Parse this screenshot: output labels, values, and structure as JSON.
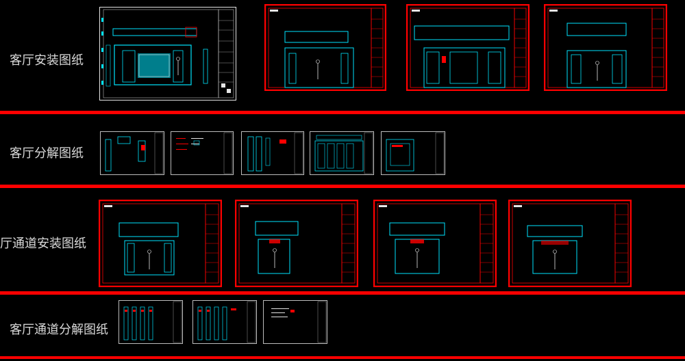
{
  "colors": {
    "background": "#000000",
    "divider": "#ff0000",
    "cad_cyan": "#00e5ff",
    "cad_red": "#ff0000",
    "cad_white": "#e6e6e6",
    "label_text": "#d9d9d9"
  },
  "sections": [
    {
      "label": "客厅安装图纸",
      "sheets": [
        {
          "kind": "install-main"
        },
        {
          "kind": "install-red-1"
        },
        {
          "kind": "install-red-2"
        },
        {
          "kind": "install-red-3"
        }
      ]
    },
    {
      "label": "客厅分解图纸",
      "sheets": [
        {
          "kind": "decompose-1"
        },
        {
          "kind": "decompose-text"
        },
        {
          "kind": "decompose-panels"
        },
        {
          "kind": "decompose-cabinets"
        },
        {
          "kind": "decompose-elev"
        }
      ]
    },
    {
      "label": "厅通道安装图纸",
      "sheets": [
        {
          "kind": "passage-1"
        },
        {
          "kind": "passage-2"
        },
        {
          "kind": "passage-3"
        },
        {
          "kind": "passage-4"
        }
      ]
    },
    {
      "label": "客厅通道分解图纸",
      "sheets": [
        {
          "kind": "passage-decompose-1"
        },
        {
          "kind": "passage-decompose-2"
        },
        {
          "kind": "passage-decompose-text"
        }
      ]
    }
  ]
}
